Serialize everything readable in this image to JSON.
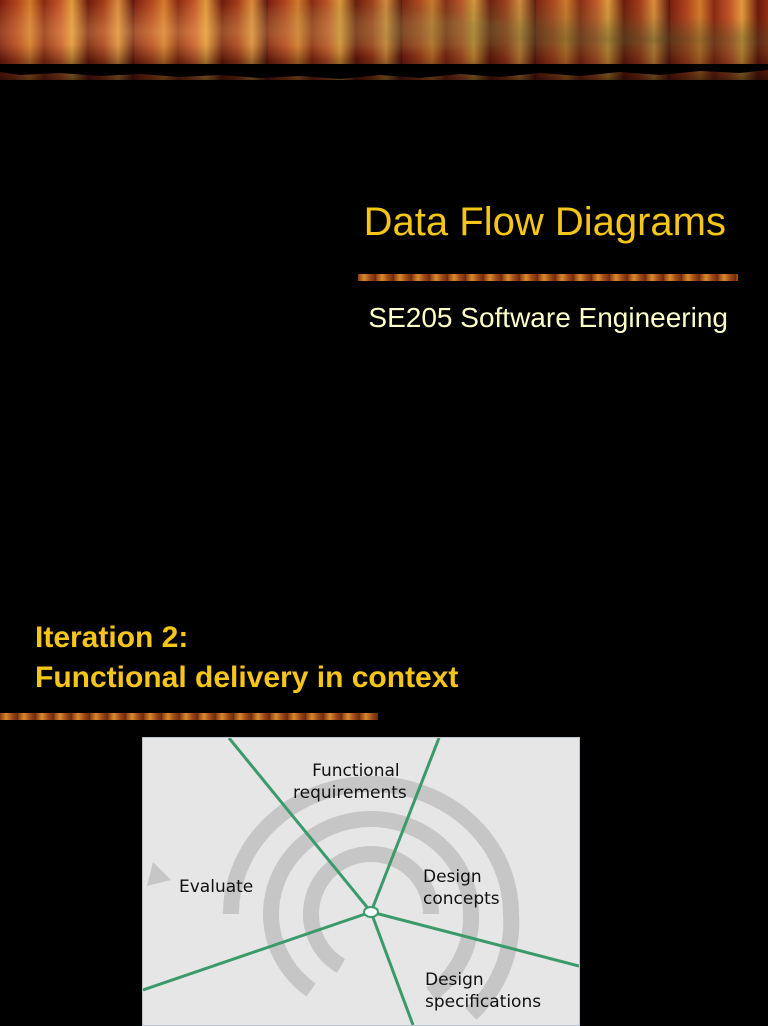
{
  "slide": {
    "title": "Data Flow Diagrams",
    "subtitle": "SE205 Software Engineering",
    "section_heading_line1": "Iteration 2:",
    "section_heading_line2": "Functional delivery in context"
  },
  "figure": {
    "labels": {
      "functional_requirements_1": "Functional",
      "functional_requirements_2": "requirements",
      "evaluate": "Evaluate",
      "design_concepts_1": "Design",
      "design_concepts_2": "concepts",
      "design_specifications_1": "Design",
      "design_specifications_2": "specifications"
    }
  },
  "colors": {
    "title": "#f5c518",
    "subtitle": "#ffffc8",
    "background": "#000000",
    "spiral_line": "#3a9a6a",
    "figure_bg": "#e6e6e6"
  }
}
